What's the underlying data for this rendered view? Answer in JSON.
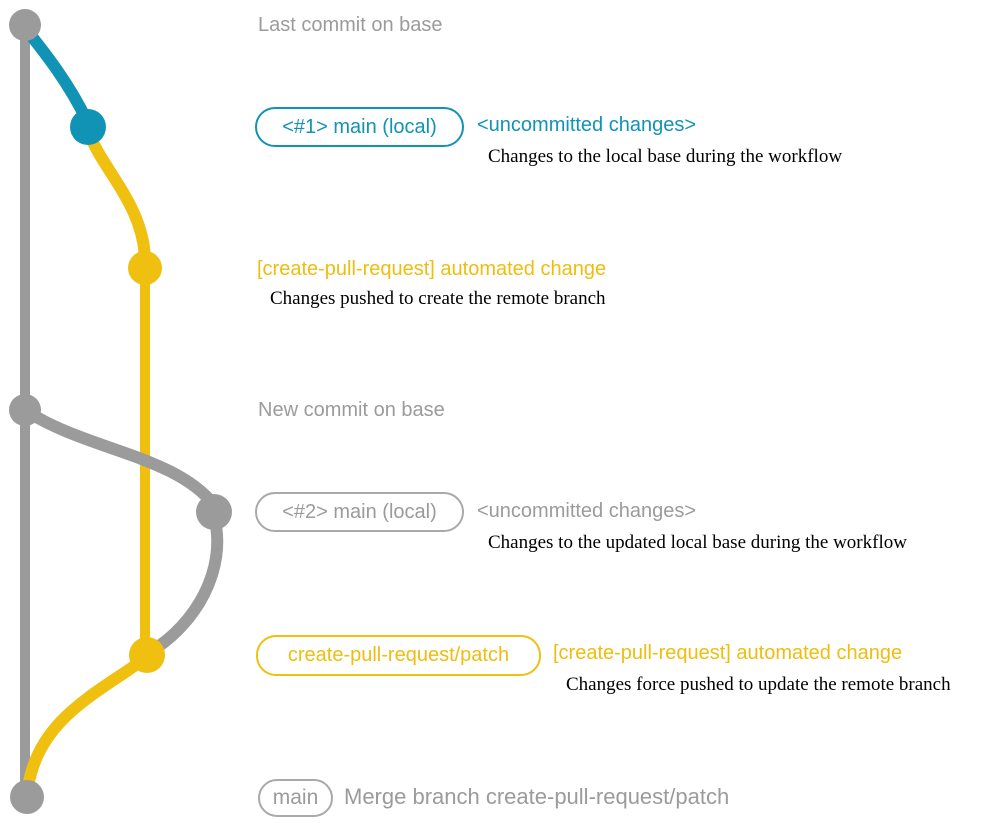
{
  "colors": {
    "gray": "#9b9b9b",
    "blue": "#1193b6",
    "yellow": "#f0c011",
    "yellow_text": "#eebd0e",
    "description_text": "#000000"
  },
  "diagram": {
    "rows": {
      "r1": {
        "label": "Last commit on base"
      },
      "r2": {
        "pill": "<#1> main (local)",
        "status": "<uncommitted changes>",
        "description": "Changes to the local base during the workflow"
      },
      "r3": {
        "label": "[create-pull-request] automated change",
        "description": "Changes pushed to create the remote branch"
      },
      "r4": {
        "label": "New commit on base"
      },
      "r5": {
        "pill": "<#2> main (local)",
        "status": "<uncommitted changes>",
        "description": "Changes to the updated local base during the workflow"
      },
      "r6": {
        "pill": "create-pull-request/patch",
        "label": "[create-pull-request] automated change",
        "description": "Changes force pushed to update the remote branch"
      },
      "r7": {
        "pill": "main",
        "label": "Merge branch create-pull-request/patch"
      }
    }
  }
}
